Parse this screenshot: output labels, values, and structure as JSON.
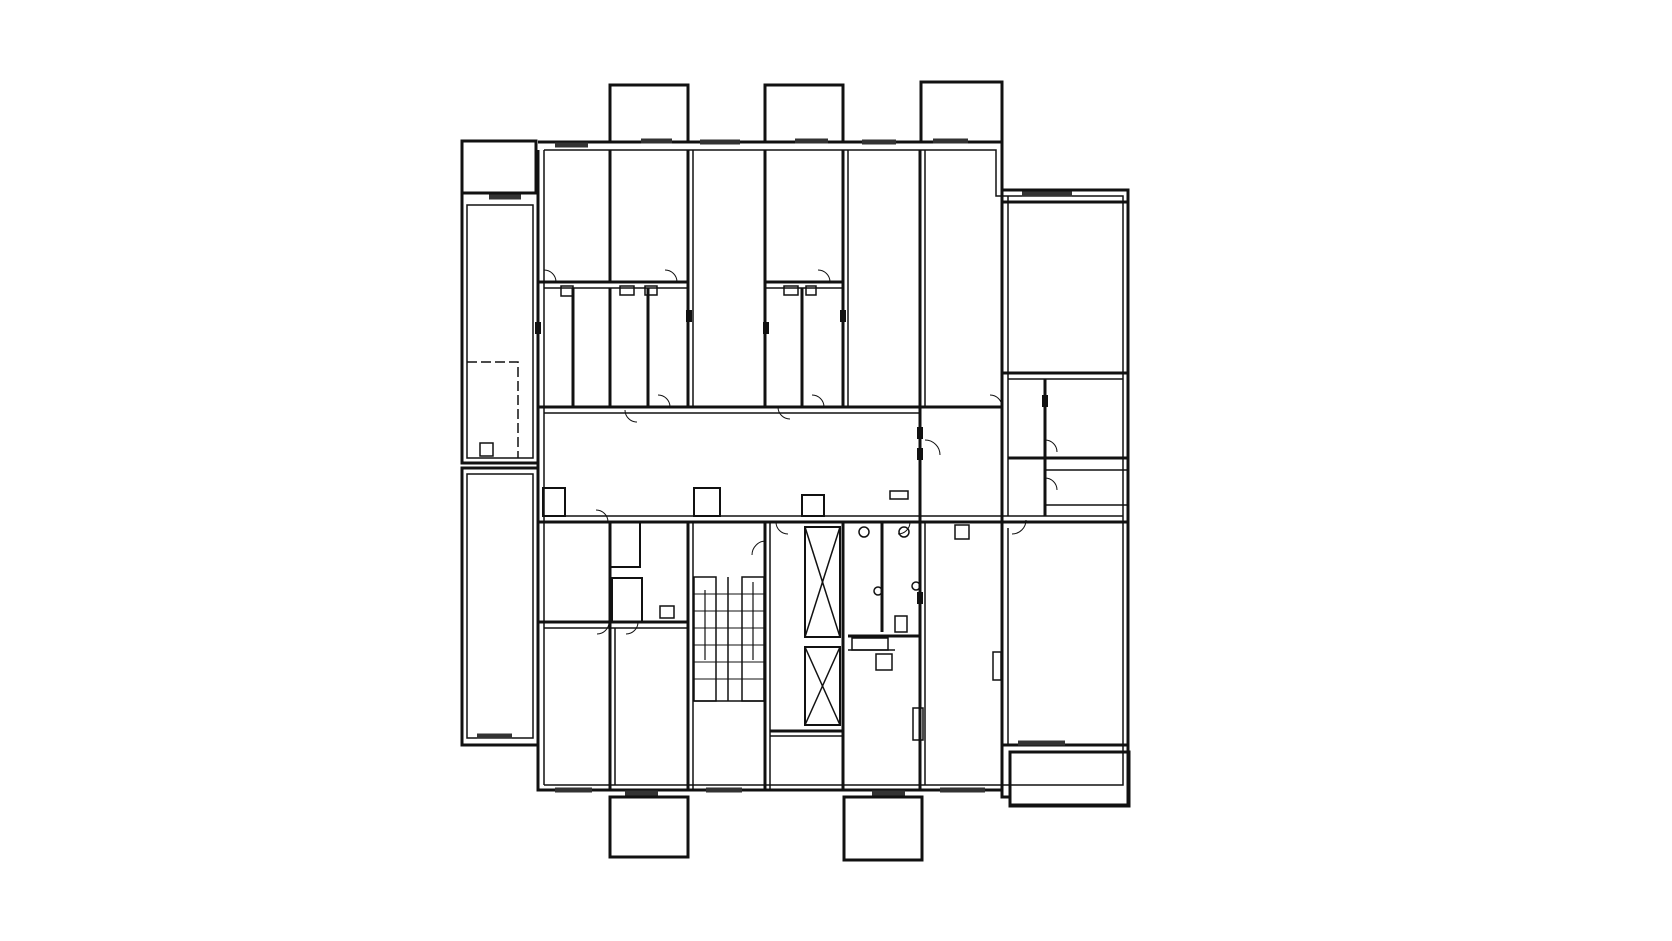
{
  "drawing": {
    "type": "architectural-floor-plan",
    "text_labels": [],
    "colors": {
      "background": "#ffffff",
      "line": "#111111",
      "window": "#333333"
    },
    "features": {
      "balconies": 8,
      "stairwell_flights": 2,
      "elevator_shafts": 2,
      "stair_direction_arrows": 2
    }
  }
}
